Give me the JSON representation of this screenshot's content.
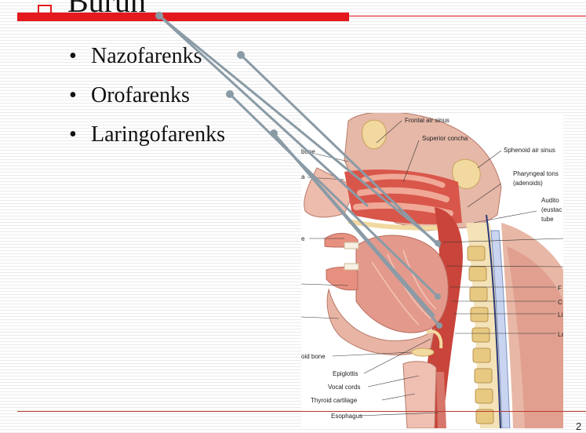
{
  "slide": {
    "heading": "Burun",
    "bullets": [
      "Nazofarenks",
      "Orofarenks",
      "Laringofarenks"
    ],
    "bullet_glyph": "•",
    "page_number": "2"
  },
  "figure": {
    "labels": {
      "frontal_air_sinus": "Frontal air sinus",
      "superior_concha": "Superior concha",
      "sphenoid_air_sinus": "Sphenoid air sinus",
      "pharyngeal_tonsil_1": "Pharyngeal tons",
      "pharyngeal_tonsil_2": "(adenoids)",
      "auditory_1": "Audito",
      "auditory_2": "(eustac",
      "auditory_3": "tube",
      "bone": "bone",
      "a": "a",
      "e": "e",
      "hyoid_bone": "oid bone",
      "epiglottis": "Epiglottis",
      "vocal_cords": "Vocal cords",
      "thyroid_cartilage": "Thyroid cartilage",
      "esophagus": "Esophagus",
      "r1": "F",
      "r2": "C",
      "r3": "Li",
      "r4": "La"
    }
  },
  "colors": {
    "accent_red": "#e3191d",
    "pointer_gray": "#8a9ba6",
    "tissue_pink": "#e8a79c",
    "tissue_red": "#d9564a",
    "bone_cream": "#f2d9a0"
  },
  "icons": {
    "heading_bullet": "hollow-square-icon",
    "pointer_dot": "circle-dot-icon"
  }
}
